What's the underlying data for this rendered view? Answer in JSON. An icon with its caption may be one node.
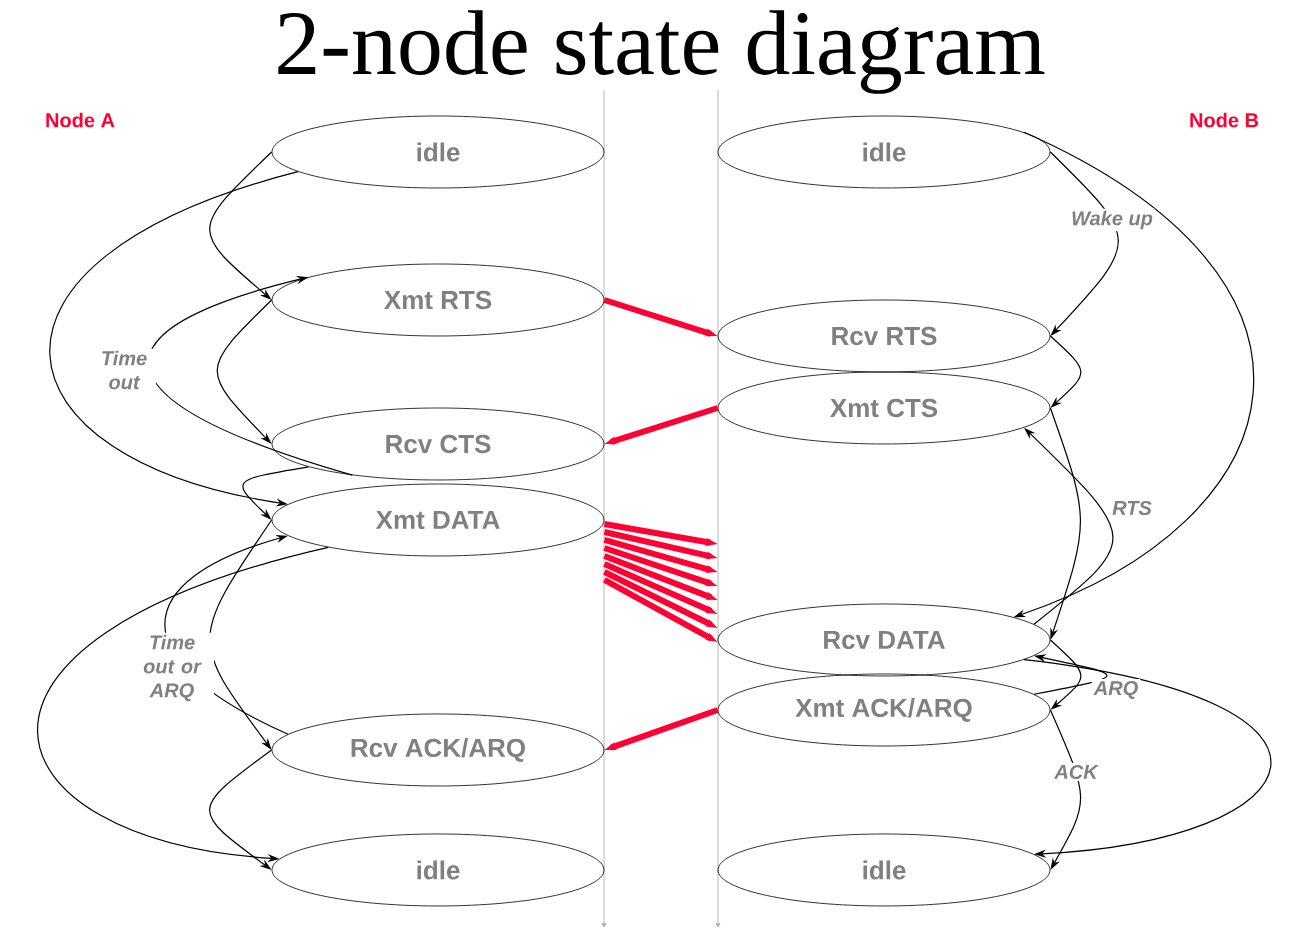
{
  "diagram": {
    "title": "2-node state diagram",
    "nodes": [
      {
        "text": [
          "idle"
        ]
      },
      {
        "text": [
          "Xmt RTS"
        ]
      },
      {
        "text": [
          "Rcv CTS"
        ]
      },
      {
        "text": [
          "Xmt DATA"
        ]
      },
      {
        "text": [
          "Rcv ACK/ARQ"
        ]
      },
      {
        "text": [
          "idle"
        ]
      },
      {
        "text": [
          "idle"
        ]
      },
      {
        "text": [
          "Rcv RTS"
        ]
      },
      {
        "text": [
          "Xmt CTS"
        ]
      },
      {
        "text": [
          "Rcv DATA"
        ]
      },
      {
        "text": [
          "Xmt ACK/ARQ"
        ]
      },
      {
        "text": [
          "idle"
        ]
      }
    ],
    "edges": [
      {
        "from": 0,
        "to": 1,
        "arrow": "to"
      },
      {
        "from": 1,
        "to": 2,
        "arrow": "to"
      },
      {
        "from": 2,
        "to": 1,
        "arrow": "to",
        "label": "Time out"
      },
      {
        "from": 2,
        "to": 3,
        "arrow": "to"
      },
      {
        "from": 0,
        "to": 3,
        "arrow": "to"
      },
      {
        "from": 4,
        "to": 3,
        "arrow": "to",
        "label": "Time out or ARQ"
      },
      {
        "from": 3,
        "to": 4,
        "arrow": "to"
      },
      {
        "from": 4,
        "to": 5,
        "arrow": "to"
      },
      {
        "from": 3,
        "to": 5,
        "arrow": "to"
      },
      {
        "from": 1,
        "to": 7,
        "arrow": "to",
        "style": "thick",
        "color": "#ff0033"
      },
      {
        "from": 8,
        "to": 2,
        "arrow": "to",
        "style": "thick",
        "color": "#ff0033"
      },
      {
        "from": 3,
        "to": 9,
        "arrow": "to",
        "style": "thick",
        "color": "#ff0033"
      },
      {
        "from": 3,
        "to": 9,
        "arrow": "to",
        "style": "thick",
        "color": "#ff0033"
      },
      {
        "from": 3,
        "to": 9,
        "arrow": "to",
        "style": "thick",
        "color": "#ff0033"
      },
      {
        "from": 3,
        "to": 9,
        "arrow": "to",
        "style": "thick",
        "color": "#ff0033"
      },
      {
        "from": 3,
        "to": 9,
        "arrow": "to",
        "style": "thick",
        "color": "#ff0033"
      },
      {
        "from": 3,
        "to": 9,
        "arrow": "to",
        "style": "thick",
        "color": "#ff0033"
      },
      {
        "from": 3,
        "to": 9,
        "arrow": "to",
        "style": "thick",
        "color": "#ff0033"
      },
      {
        "from": 3,
        "to": 9,
        "arrow": "to",
        "style": "thick",
        "color": "#ff0033"
      },
      {
        "from": 10,
        "to": 4,
        "arrow": "to",
        "style": "thick",
        "color": "#ff0033"
      },
      {
        "from": 6,
        "to": 7,
        "arrow": "to",
        "label": "Wake up"
      },
      {
        "from": 7,
        "to": 8,
        "arrow": "to"
      },
      {
        "from": 6,
        "to": 9,
        "arrow": "to"
      },
      {
        "from": 8,
        "to": 9,
        "arrow": "to"
      },
      {
        "from": 9,
        "to": 8,
        "arrow": "to",
        "label": "RTS"
      },
      {
        "from": 9,
        "to": 10,
        "arrow": "to"
      },
      {
        "from": 10,
        "to": 9,
        "arrow": "to",
        "label": "ARQ"
      },
      {
        "from": 10,
        "to": 11,
        "arrow": "to",
        "label": "ACK"
      },
      {
        "from": 9,
        "to": 11,
        "arrow": "to"
      }
    ],
    "labels": [
      "Node A",
      "Node B"
    ]
  }
}
